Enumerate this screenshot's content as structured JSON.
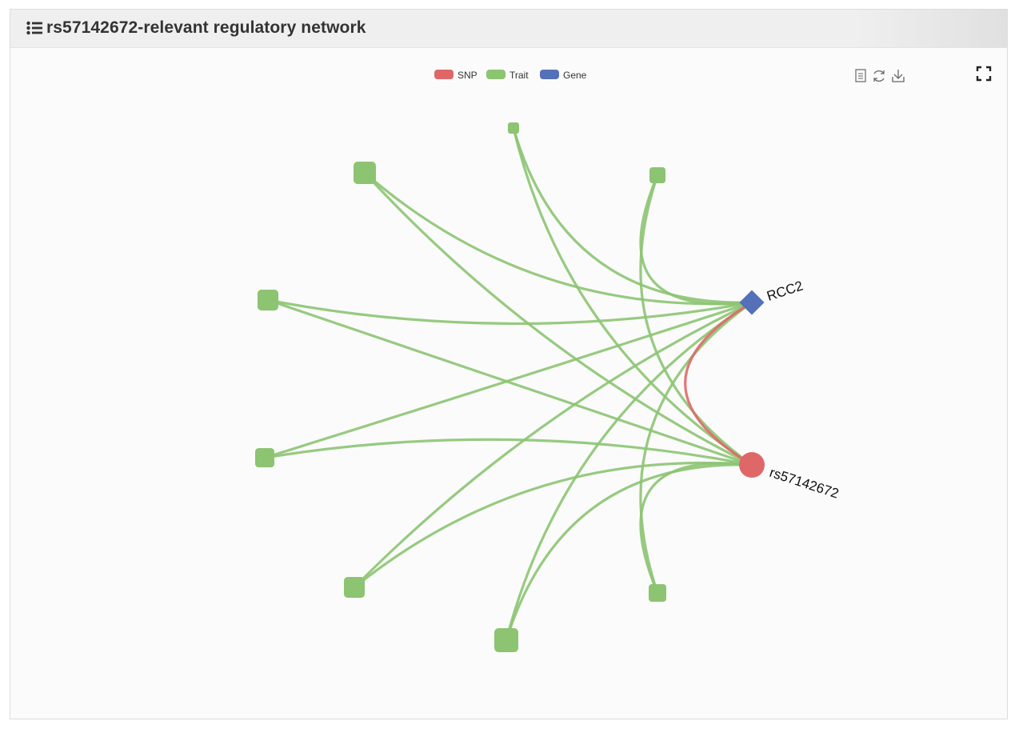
{
  "panel": {
    "title": "rs57142672-relevant regulatory network",
    "title_icon": "list-icon"
  },
  "legend": [
    {
      "name": "SNP",
      "color": "#e06767"
    },
    {
      "name": "Trait",
      "color": "#8cc472"
    },
    {
      "name": "Gene",
      "color": "#5470b8"
    }
  ],
  "toolbox": [
    "data-view-icon",
    "restore-icon",
    "save-image-icon"
  ],
  "fullscreen_icon": "fullscreen-icon",
  "nodes": [
    {
      "id": "rs57142672",
      "label": "rs57142672",
      "category": "SNP"
    },
    {
      "id": "RCC2",
      "label": "RCC2",
      "category": "Gene"
    },
    {
      "id": "trait-1",
      "label": "",
      "category": "Trait"
    },
    {
      "id": "trait-2",
      "label": "",
      "category": "Trait"
    },
    {
      "id": "trait-3",
      "label": "",
      "category": "Trait"
    },
    {
      "id": "trait-4",
      "label": "",
      "category": "Trait"
    },
    {
      "id": "trait-5",
      "label": "",
      "category": "Trait"
    },
    {
      "id": "trait-6",
      "label": "",
      "category": "Trait"
    },
    {
      "id": "trait-7",
      "label": "",
      "category": "Trait"
    },
    {
      "id": "trait-8",
      "label": "",
      "category": "Trait"
    }
  ],
  "edges": [
    {
      "source": "trait-1",
      "target": "RCC2"
    },
    {
      "source": "trait-2",
      "target": "RCC2"
    },
    {
      "source": "trait-3",
      "target": "RCC2"
    },
    {
      "source": "trait-4",
      "target": "RCC2"
    },
    {
      "source": "trait-5",
      "target": "RCC2"
    },
    {
      "source": "trait-6",
      "target": "RCC2"
    },
    {
      "source": "trait-7",
      "target": "RCC2"
    },
    {
      "source": "trait-8",
      "target": "RCC2"
    },
    {
      "source": "trait-1",
      "target": "rs57142672"
    },
    {
      "source": "trait-2",
      "target": "rs57142672"
    },
    {
      "source": "trait-3",
      "target": "rs57142672"
    },
    {
      "source": "trait-4",
      "target": "rs57142672"
    },
    {
      "source": "trait-5",
      "target": "rs57142672"
    },
    {
      "source": "trait-6",
      "target": "rs57142672"
    },
    {
      "source": "trait-7",
      "target": "rs57142672"
    },
    {
      "source": "trait-8",
      "target": "rs57142672"
    },
    {
      "source": "rs57142672",
      "target": "RCC2"
    }
  ]
}
